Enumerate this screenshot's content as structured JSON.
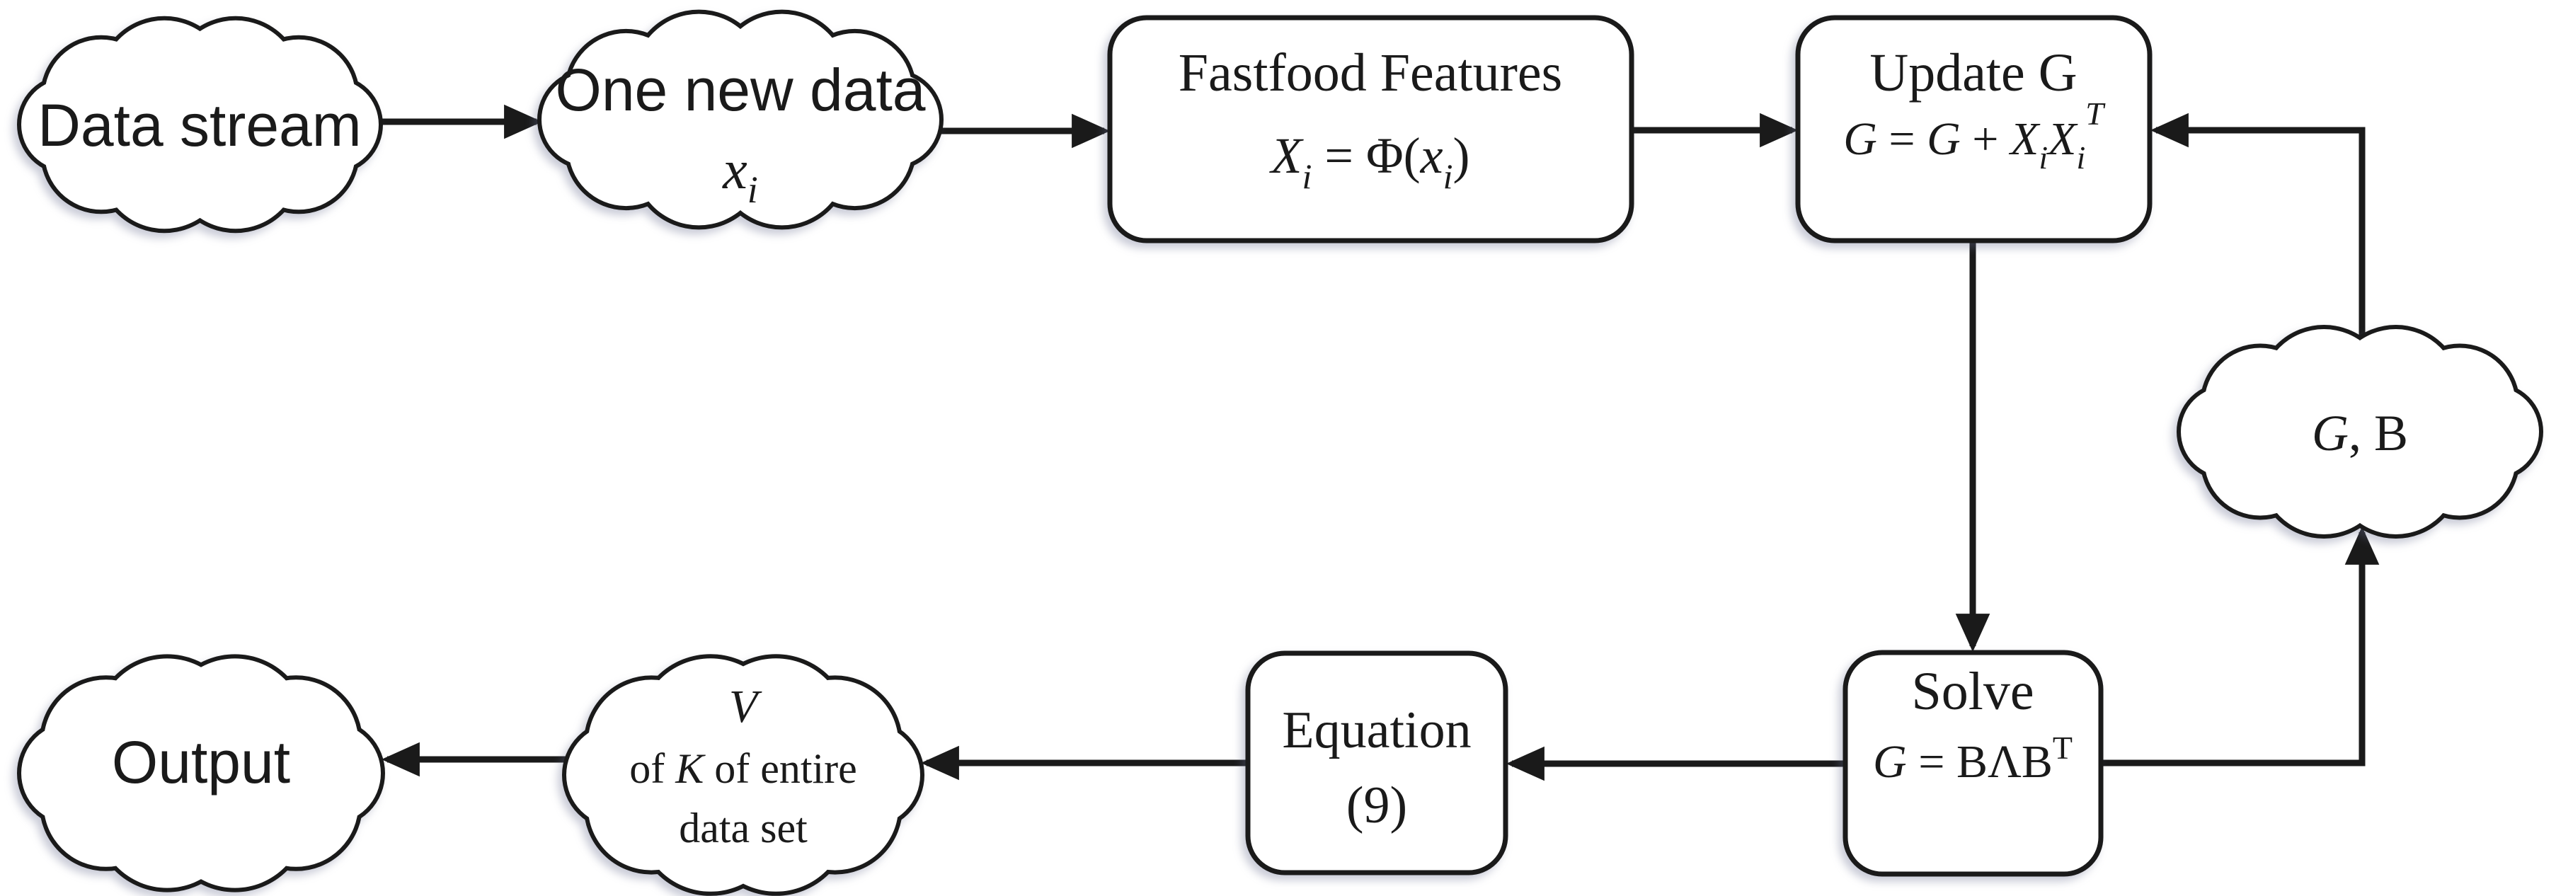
{
  "diagram": {
    "background": "#ffffff",
    "ink": "#1a1a1a",
    "nodes": {
      "data_stream": {
        "shape": "cloud",
        "label": "Data stream"
      },
      "one_new_data": {
        "shape": "cloud",
        "label": "One new data",
        "var": "x",
        "var_sub": "i"
      },
      "fastfood_features": {
        "shape": "rounded-box",
        "title": "Fastfood Features",
        "eq": {
          "X": "X",
          "sub1": "i",
          "mid": " = Φ(",
          "x": "x",
          "sub2": "i",
          "close": ")"
        }
      },
      "update_g": {
        "shape": "rounded-box",
        "title": "Update G",
        "eq": {
          "G1": "G",
          "eq_sign": " = ",
          "G2": "G",
          "plus": " + ",
          "X1": "X",
          "sub1": "i",
          "X2": "X",
          "sub2": "i",
          "supT": "T"
        }
      },
      "g_b": {
        "shape": "cloud",
        "G": "G",
        "rest": ", B"
      },
      "solve": {
        "shape": "rounded-box",
        "title": "Solve",
        "eq": {
          "G": "G",
          "mid": " = BΛB",
          "supT": "T"
        }
      },
      "equation_9": {
        "shape": "rounded-box",
        "line1": "Equation",
        "line2": "(9)"
      },
      "v_entire": {
        "shape": "cloud",
        "line1": "V",
        "line2_pre": "of ",
        "line2_K": "K",
        "line2_post": " of entire",
        "line3": "data set"
      },
      "output": {
        "shape": "cloud",
        "label": "Output"
      }
    },
    "edges": [
      {
        "from": "data_stream",
        "to": "one_new_data"
      },
      {
        "from": "one_new_data",
        "to": "fastfood_features"
      },
      {
        "from": "fastfood_features",
        "to": "update_g"
      },
      {
        "from": "update_g",
        "to": "solve"
      },
      {
        "from": "solve",
        "to": "g_b"
      },
      {
        "from": "g_b",
        "to": "update_g"
      },
      {
        "from": "solve",
        "to": "equation_9"
      },
      {
        "from": "equation_9",
        "to": "v_entire"
      },
      {
        "from": "v_entire",
        "to": "output"
      }
    ]
  }
}
